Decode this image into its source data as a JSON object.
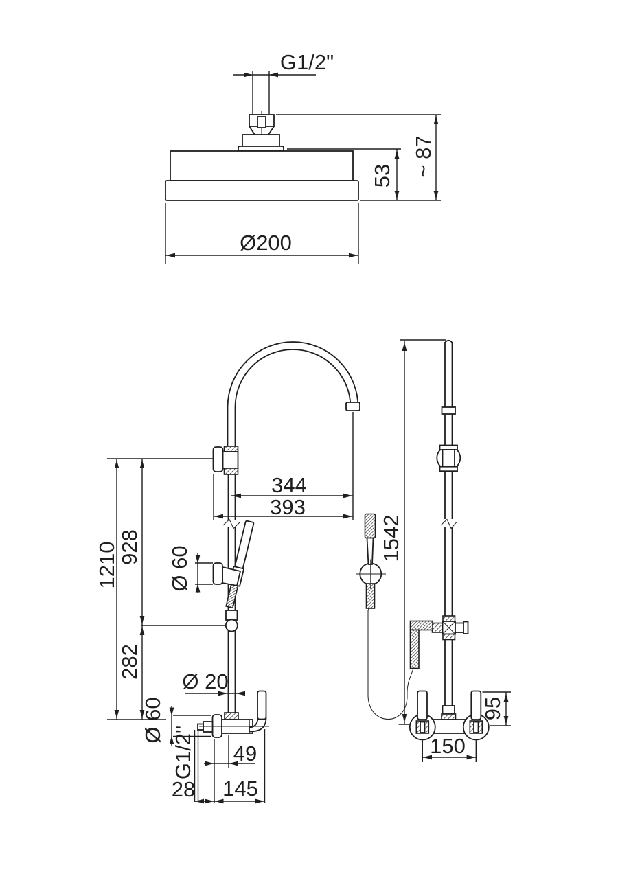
{
  "colors": {
    "ink": "#1f1f1f",
    "paper": "#ffffff"
  },
  "views": {
    "top": {
      "labels": {
        "thread": "G1/2\"",
        "head_height": "53",
        "total_height": "~ 87",
        "diameter": "Ø200"
      }
    },
    "front": {
      "labels": {
        "reach_inner": "344",
        "reach_outer": "393",
        "height_total": "1210",
        "height_upper": "928",
        "height_lower": "282",
        "holder_diameter": "Ø 60",
        "pipe_diameter": "Ø 20",
        "flange_diameter": "Ø 60",
        "thread": "G1/2\"",
        "stub_offset": "28",
        "pipe_offset": "49",
        "mixer_width": "145"
      }
    },
    "side": {
      "labels": {
        "overall_height": "1542",
        "handle_height": "95",
        "valve_spacing": "150"
      }
    }
  }
}
